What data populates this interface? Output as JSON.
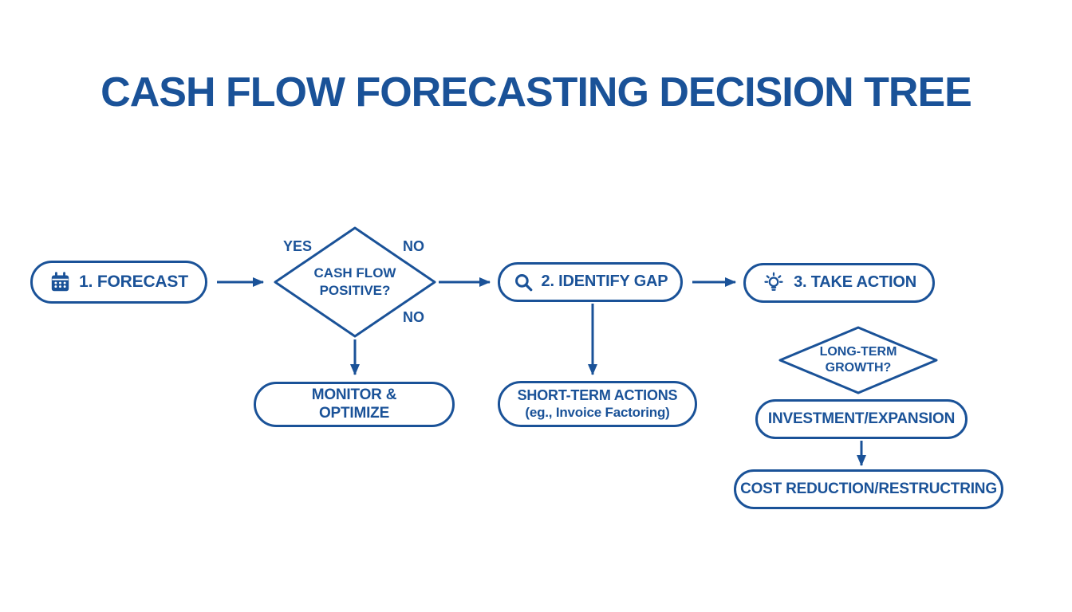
{
  "title": "CASH FLOW FORECASTING DECISION TREE",
  "colors": {
    "primary": "#1a5298",
    "background": "#ffffff"
  },
  "nodes": {
    "forecast": {
      "label": "1. FORECAST",
      "icon": "calendar-icon"
    },
    "cash_flow_positive": {
      "line1": "CASH FLOW",
      "line2": "POSITIVE?"
    },
    "identify_gap": {
      "label": "2. IDENTIFY GAP",
      "icon": "search-icon"
    },
    "take_action": {
      "label": "3. TAKE ACTION",
      "icon": "lightbulb-icon"
    },
    "monitor_optimize": {
      "line1": "MONITOR &",
      "line2": "OPTIMIZE"
    },
    "short_term_actions": {
      "line1": "SHORT-TERM ACTIONS",
      "line2": "(eg., Invoice Factoring)"
    },
    "long_term_growth": {
      "line1": "LONG-TERM",
      "line2": "GROWTH?"
    },
    "investment_expansion": {
      "label": "INVESTMENT/EXPANSION"
    },
    "cost_reduction_restructuring": {
      "label": "COST REDUCTION/RESTRUCTRING"
    }
  },
  "edge_labels": {
    "yes": "YES",
    "no_top": "NO",
    "no_bottom": "NO"
  }
}
